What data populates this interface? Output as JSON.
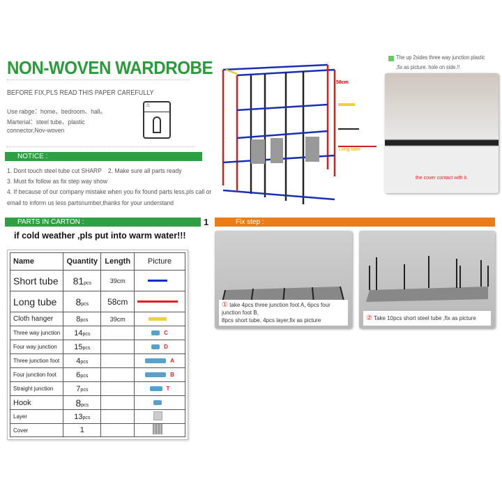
{
  "title": "NON-WOVEN WARDROBE",
  "subtitle": "BEFORE FIX,PLS READ THIS PAPER CAREFULLY",
  "usage": [
    "Use rabge：home、bedroom、hall。",
    "Marterial：steel tube、plastic",
    "connector,Nov-woven"
  ],
  "notice": {
    "label": "NOTICE :",
    "items": [
      "1. Dont touch steel tube cut SHARP",
      "2. Make sure all parts ready",
      "3. Must fix follow as fix step way show",
      "4. If because of our company mistake  when you fix found parts less,pls call or",
      "email to inform us less partsnumber,thanks for your understand"
    ]
  },
  "parts": {
    "label": "PARTS IN CARTON :",
    "step_number": "1",
    "warning": "if cold weather ,pls put into warm water!!!",
    "headers": [
      "Name",
      "Quantity",
      "Length",
      "Picture"
    ],
    "rows": [
      {
        "name": "Short tube",
        "qty": "81",
        "unit": "pcs",
        "length": "39cm",
        "pic": "#1030c0",
        "letter": ""
      },
      {
        "name": "Long tube",
        "qty": "8",
        "unit": "pcs",
        "length": "58cm",
        "pic": "#e02020",
        "letter": ""
      },
      {
        "name": "Cloth hanger",
        "qty": "8",
        "unit": "pcs",
        "length": "39cm",
        "pic": "#f0d040",
        "letter": ""
      },
      {
        "name": "Three way junction",
        "qty": "14",
        "unit": "pcs",
        "length": "",
        "pic": "junction",
        "letter": "C"
      },
      {
        "name": "Four way junction",
        "qty": "15",
        "unit": "pcs",
        "length": "",
        "pic": "junction",
        "letter": "D"
      },
      {
        "name": "Three junction foot",
        "qty": "4",
        "unit": "pcs",
        "length": "",
        "pic": "foot",
        "letter": "A"
      },
      {
        "name": "Four junction foot",
        "qty": "6",
        "unit": "pcs",
        "length": "",
        "pic": "foot",
        "letter": "B"
      },
      {
        "name": "Straight junction",
        "qty": "7",
        "unit": "pcs",
        "length": "",
        "pic": "tee",
        "letter": "T"
      },
      {
        "name": "Hook",
        "qty": "8",
        "unit": "pcs",
        "length": "",
        "pic": "hook",
        "letter": ""
      },
      {
        "name": "Layer",
        "qty": "13",
        "unit": "pcs",
        "length": "",
        "pic": "layer",
        "letter": ""
      },
      {
        "name": "Cover",
        "qty": "1",
        "unit": "",
        "length": "",
        "pic": "cover",
        "letter": ""
      }
    ]
  },
  "diagram": {
    "long_label": "58cm",
    "long_tube": "Long tube"
  },
  "junction_note": {
    "text1": "The up 2sides three way junction plastic",
    "text2": ",fix as picture. hole on side.!!",
    "cover_note": "the cover contact with it."
  },
  "fix": {
    "label": "Fix step :",
    "steps": [
      {
        "num": "①",
        "text": "take 4pcs three junction foot A, 6pcs four junction foot B,",
        "text2": "8pcs short tube,                      4pcs layer,fix as picture"
      },
      {
        "num": "②",
        "text": "Take 10pcs  short  steel tube ,fix as picture",
        "text2": ""
      }
    ]
  }
}
